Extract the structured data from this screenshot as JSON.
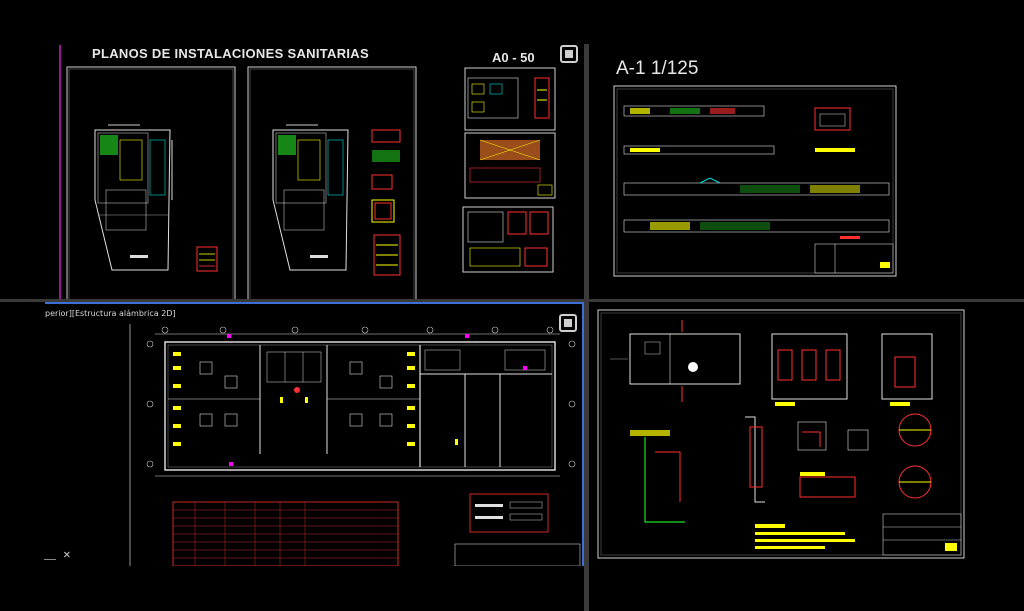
{
  "viewport_top_left": {
    "title": "PLANOS DE INSTALACIONES SANITARIAS"
  },
  "viewport_top_middle": {
    "title": "A0 - 50"
  },
  "viewport_top_right": {
    "title": "A-1 1/125"
  },
  "viewport_bottom_left": {
    "label": "perior][Estructura alámbrica 2D]"
  },
  "ucs_indicator": "⸏ ✕",
  "colors": {
    "background": "#000000",
    "active_viewport_border": "#3d6fd6",
    "drawing_yellow": "#ffff00",
    "drawing_red": "#ff2020",
    "drawing_cyan": "#00ffff",
    "drawing_green": "#20e020",
    "drawing_magenta": "#ff00ff"
  },
  "icons": [
    "navigation-cube-icon",
    "ucs-icon"
  ]
}
